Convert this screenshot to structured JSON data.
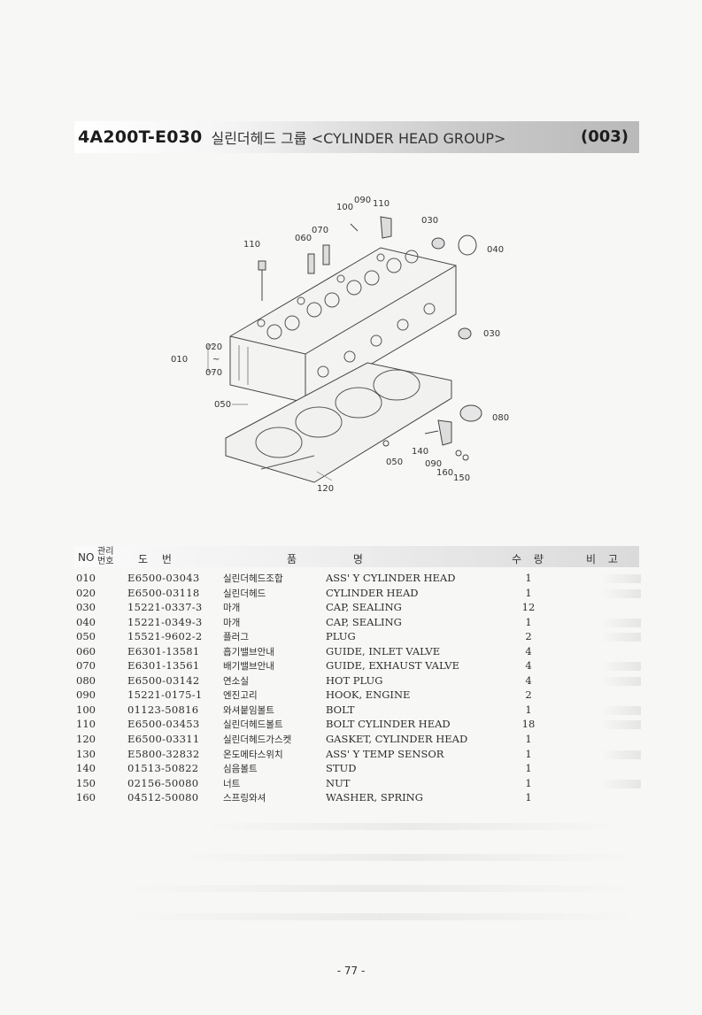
{
  "header": {
    "code": "4A200T-E030",
    "title": "실린더헤드 그룹 <CYLINDER HEAD GROUP>",
    "group_no": "(003)"
  },
  "diagram": {
    "callouts": [
      "100",
      "090",
      "110",
      "070",
      "060",
      "110",
      "030",
      "040",
      "030",
      "010",
      "020",
      "~",
      "070",
      "050",
      "080",
      "140",
      "050",
      "090",
      "160",
      "150",
      "120"
    ]
  },
  "table": {
    "headers": {
      "no": "NO",
      "mgmt": "관리 번호",
      "part_no": "도 번",
      "name": "품 명",
      "qty": "수 량",
      "remarks": "비 고"
    },
    "rows": [
      {
        "no": "010",
        "part": "E6500-03043",
        "kor": "실린더헤드조합",
        "eng": "ASS' Y CYLINDER HEAD",
        "qty": "1"
      },
      {
        "no": "020",
        "part": "E6500-03118",
        "kor": "실린더헤드",
        "eng": "CYLINDER HEAD",
        "qty": "1"
      },
      {
        "no": "030",
        "part": "15221-0337-3",
        "kor": "마개",
        "eng": "CAP, SEALING",
        "qty": "12"
      },
      {
        "no": "040",
        "part": "15221-0349-3",
        "kor": "마개",
        "eng": "CAP, SEALING",
        "qty": "1"
      },
      {
        "no": "050",
        "part": "15521-9602-2",
        "kor": "플러그",
        "eng": "PLUG",
        "qty": "2"
      },
      {
        "no": "060",
        "part": "E6301-13581",
        "kor": "흡기밸브안내",
        "eng": "GUIDE, INLET VALVE",
        "qty": "4"
      },
      {
        "no": "070",
        "part": "E6301-13561",
        "kor": "배기밸브안내",
        "eng": "GUIDE, EXHAUST VALVE",
        "qty": "4"
      },
      {
        "no": "080",
        "part": "E6500-03142",
        "kor": "연소실",
        "eng": "HOT PLUG",
        "qty": "4"
      },
      {
        "no": "090",
        "part": "15221-0175-1",
        "kor": "엔진고리",
        "eng": "HOOK, ENGINE",
        "qty": "2"
      },
      {
        "no": "100",
        "part": "01123-50816",
        "kor": "와셔붙임볼트",
        "eng": "BOLT",
        "qty": "1"
      },
      {
        "no": "110",
        "part": "E6500-03453",
        "kor": "실린더헤드볼트",
        "eng": "BOLT CYLINDER HEAD",
        "qty": "18"
      },
      {
        "no": "120",
        "part": "E6500-03311",
        "kor": "실린더헤드가스켓",
        "eng": "GASKET, CYLINDER HEAD",
        "qty": "1"
      },
      {
        "no": "130",
        "part": "E5800-32832",
        "kor": "온도메타스위치",
        "eng": "ASS' Y TEMP SENSOR",
        "qty": "1"
      },
      {
        "no": "140",
        "part": "01513-50822",
        "kor": "심음볼트",
        "eng": "STUD",
        "qty": "1"
      },
      {
        "no": "150",
        "part": "02156-50080",
        "kor": "너트",
        "eng": "NUT",
        "qty": "1"
      },
      {
        "no": "160",
        "part": "04512-50080",
        "kor": "스프링와셔",
        "eng": "WASHER, SPRING",
        "qty": "1"
      }
    ]
  },
  "footer": {
    "page_no": "- 77 -"
  }
}
